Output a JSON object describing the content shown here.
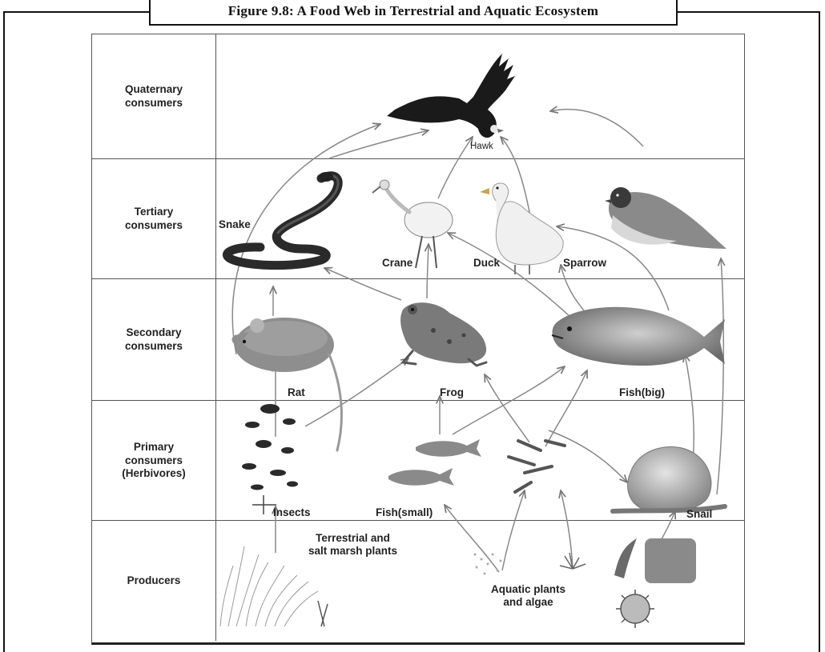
{
  "caption": "Figure 9.8: A Food Web in Terrestrial and Aquatic Ecosystem",
  "levels": {
    "quaternary": "Quaternary\nconsumers",
    "tertiary": "Tertiary\nconsumers",
    "secondary": "Secondary\nconsumers",
    "primary": "Primary\nconsumers\n(Herbivores)",
    "producers": "Producers"
  },
  "organisms": {
    "hawk": "Hawk",
    "snake": "Snake",
    "crane": "Crane",
    "duck": "Duck",
    "sparrow": "Sparrow",
    "rat": "Rat",
    "frog": "Frog",
    "fish_big": "Fish(big)",
    "insects": "Insects",
    "fish_small": "Fish(small)",
    "snail": "Snail",
    "terrestrial_plants": "Terrestrial and\nsalt marsh plants",
    "aquatic_plants": "Aquatic plants\nand algae"
  }
}
